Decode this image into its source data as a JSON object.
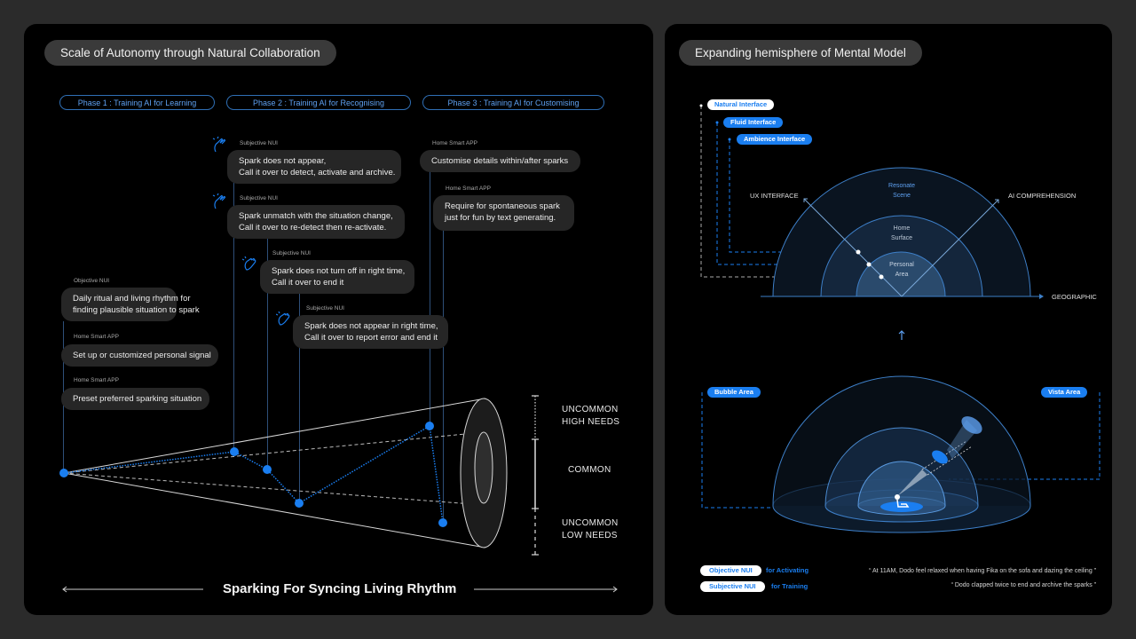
{
  "left_panel": {
    "title": "Scale of Autonomy through Natural Collaboration",
    "phases": [
      {
        "label": "Phase 1 :  Training AI for Learning"
      },
      {
        "label": "Phase 2 : Training AI for Recognising"
      },
      {
        "label": "Phase 3 : Training AI for Customising"
      }
    ],
    "cards": [
      {
        "tag": "Objective NUI",
        "lines": [
          "Daily ritual and living rhythm for",
          "finding plausible situation to spark"
        ]
      },
      {
        "tag": "Home Smart APP",
        "lines": [
          "Set up or customized personal signal"
        ]
      },
      {
        "tag": "Home Smart APP",
        "lines": [
          "Preset preferred sparking situation"
        ]
      },
      {
        "tag": "Subjective NUI",
        "lines": [
          "Spark does not appear,",
          "Call it over to detect, activate and archive."
        ]
      },
      {
        "tag": "Subjective NUI",
        "lines": [
          "Spark unmatch with the situation change,",
          "Call it over to re-detect then re-activate."
        ]
      },
      {
        "tag": "Subjective NUI",
        "lines": [
          "Spark does not turn off in right time,",
          "Call it over to end it"
        ]
      },
      {
        "tag": "Subjective NUI",
        "lines": [
          "Spark does not appear in right time,",
          "Call it over to report error and end it"
        ]
      },
      {
        "tag": "Home Smart APP",
        "lines": [
          "Customise details within/after sparks"
        ]
      },
      {
        "tag": "Home Smart APP",
        "lines": [
          "Require for spontaneous spark",
          "just for fun by text generating."
        ]
      }
    ],
    "scale": {
      "high": [
        "UNCOMMON",
        "HIGH NEEDS"
      ],
      "common": "COMMON",
      "low": [
        "UNCOMMON",
        "LOW NEEDS"
      ]
    },
    "bottom_title": "Sparking For Syncing Living Rhythm",
    "accent": "#1a7ef0"
  },
  "right_panel": {
    "title": "Expanding hemisphere of Mental Model",
    "interface_tags": [
      "Natural Interface",
      "Fluid Interface",
      "Ambience Interface"
    ],
    "axes": {
      "left": "UX INTERFACE",
      "right": "AI COMPREHENSION",
      "bottom": "GEOGRAPHIC"
    },
    "rings": [
      {
        "lines": [
          "Resonate",
          "Scene"
        ]
      },
      {
        "lines": [
          "Home",
          "Surface"
        ]
      },
      {
        "lines": [
          "Personal",
          "Area"
        ]
      }
    ],
    "area_tags": {
      "left": "Bubble Area",
      "right": "Vista Area"
    },
    "legend": [
      {
        "tag": "Objective NUI",
        "text": "for Activating"
      },
      {
        "tag": "Subjective NUI",
        "text": "for Training"
      }
    ],
    "quotes": [
      "“ At 11AM, Dodo feel relaxed when having Fika on the sofa and dazing the ceiling ”",
      "“ Dodo clapped twice to end and archive the sparks ”"
    ]
  }
}
